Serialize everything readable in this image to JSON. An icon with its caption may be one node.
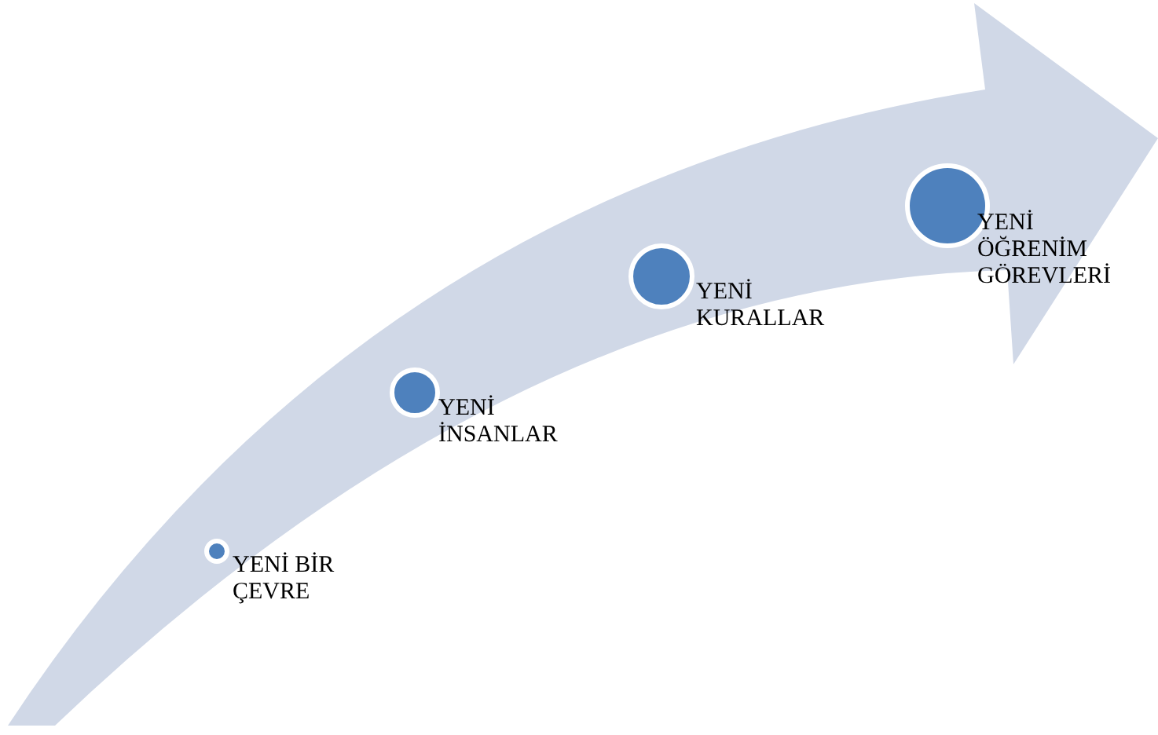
{
  "diagram": {
    "nodes": [
      {
        "text": [
          "YENİ BİR ÇEVRE"
        ]
      },
      {
        "text": [
          "YENİ İNSANLAR"
        ]
      },
      {
        "text": [
          "YENİ KURALLAR"
        ]
      },
      {
        "text": [
          "YENİ ÖĞRENİM GÖREVLERİ"
        ]
      }
    ]
  }
}
